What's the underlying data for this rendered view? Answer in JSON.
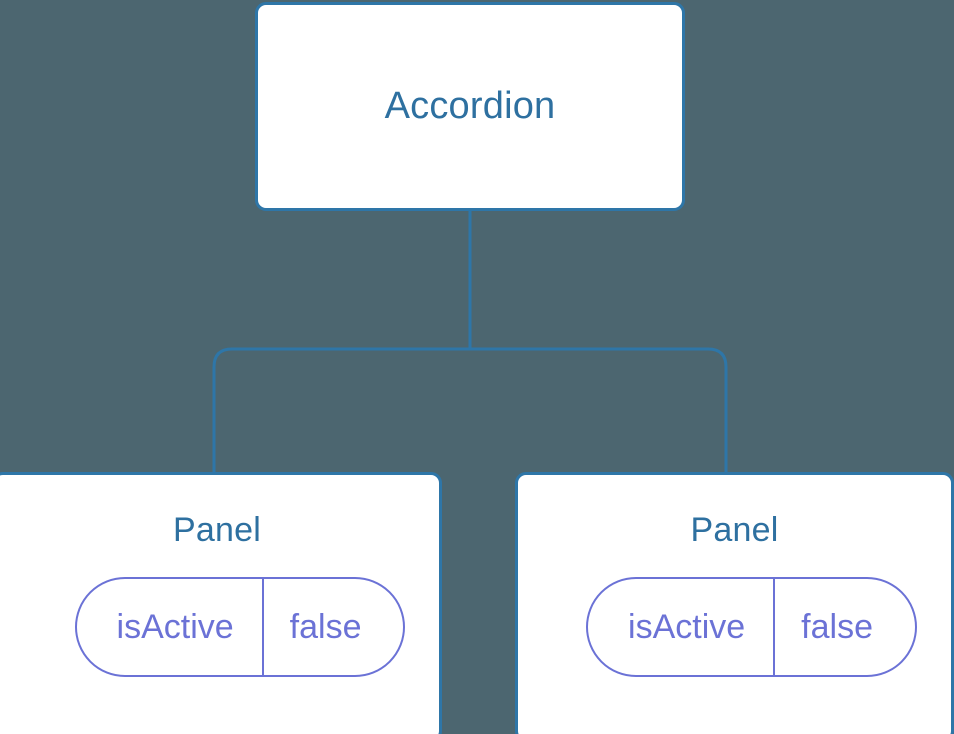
{
  "diagram": {
    "type": "component-tree",
    "background_color": "#4c6670",
    "node_border_color": "#2e76a8",
    "node_text_color": "#2e70a0",
    "pill_color": "#6b72d6",
    "connector_color": "#2e76a8",
    "root": {
      "label": "Accordion"
    },
    "children": [
      {
        "label": "Panel",
        "state": {
          "key": "isActive",
          "value": "false"
        }
      },
      {
        "label": "Panel",
        "state": {
          "key": "isActive",
          "value": "false"
        }
      }
    ]
  }
}
